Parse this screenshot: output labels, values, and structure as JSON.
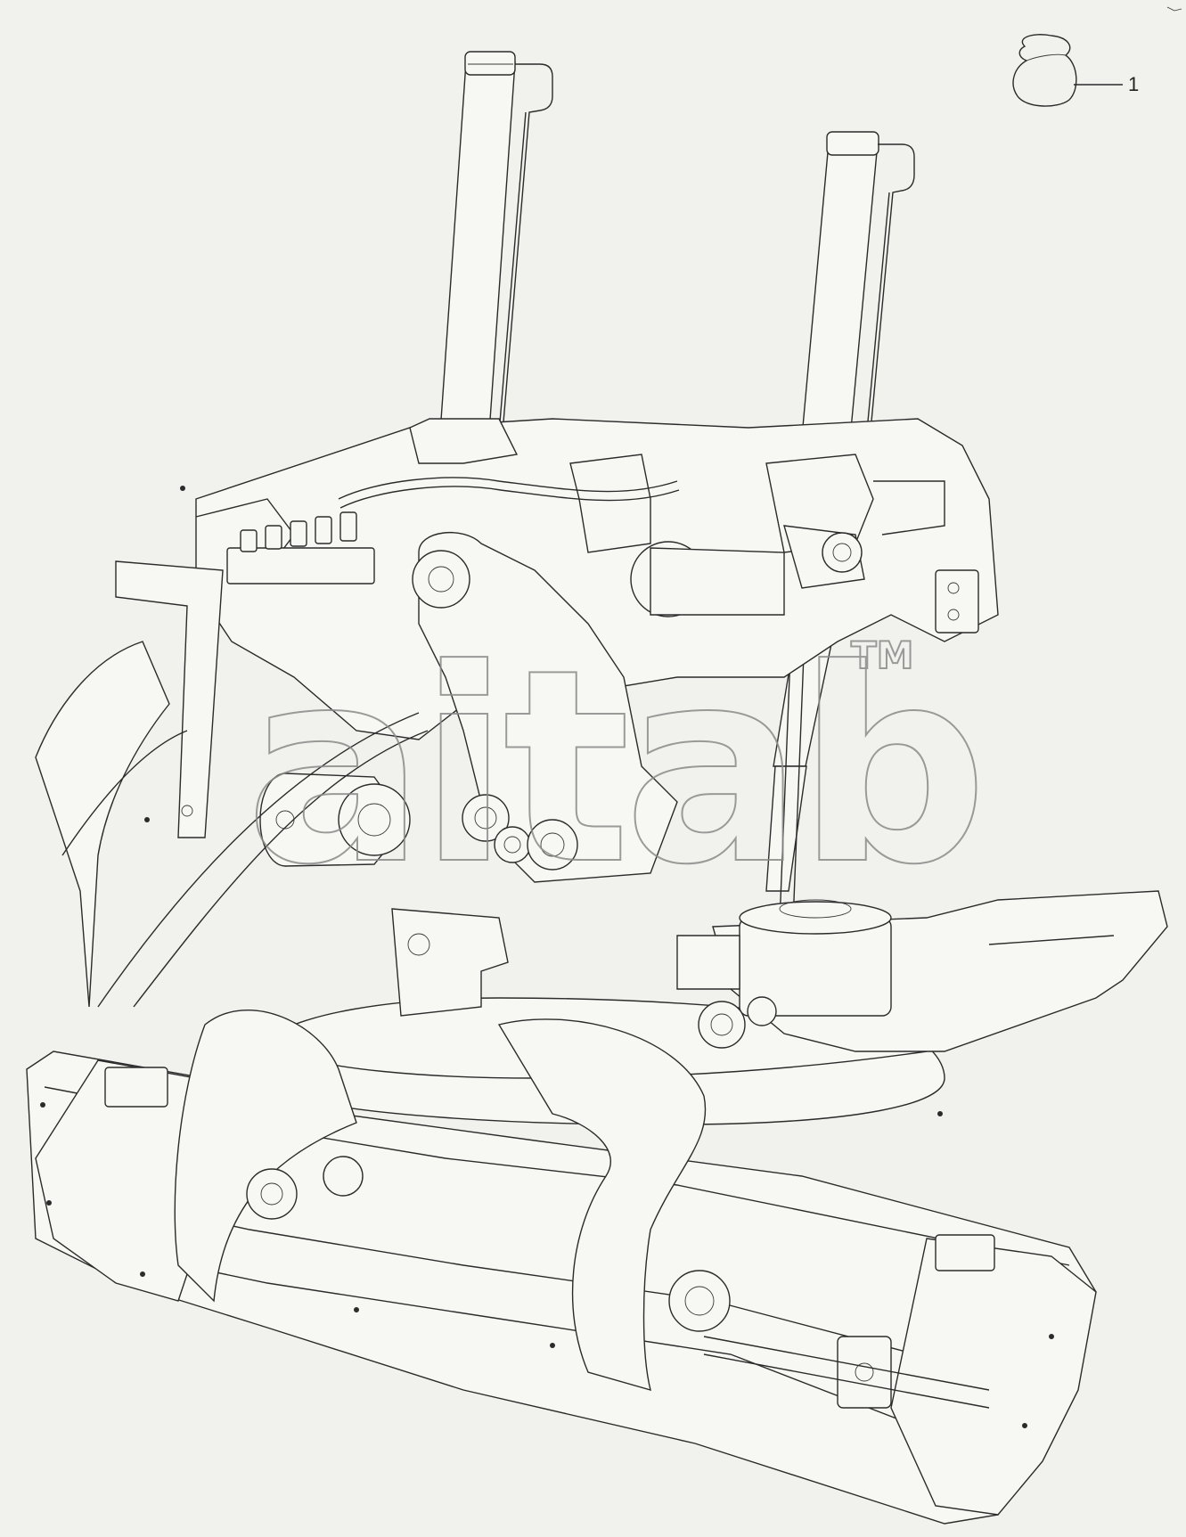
{
  "callout": {
    "label": "1"
  },
  "watermark": {
    "text": "aitab",
    "trademark": "TM"
  },
  "colors": {
    "background": "#f1f2ee",
    "line": "#2b2b2b",
    "watermark": "#8a8a8a"
  }
}
